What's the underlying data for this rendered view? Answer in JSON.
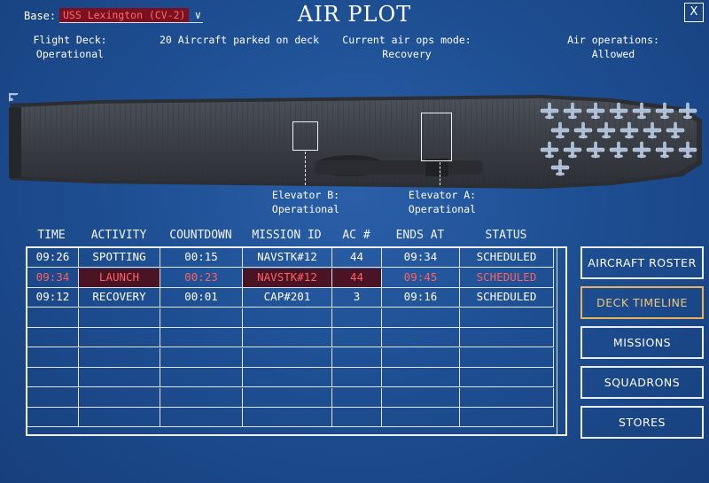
{
  "header": {
    "base_label": "Base:",
    "base_value": "USS Lexington (CV-2)",
    "title": "AIR PLOT",
    "close_label": "X"
  },
  "info": {
    "flight_deck_label": "Flight Deck:",
    "flight_deck_value": "Operational",
    "aircraft_parked": "20 Aircraft parked on deck",
    "air_ops_mode_label": "Current air ops mode:",
    "air_ops_mode_value": "Recovery",
    "air_operations_label": "Air operations:",
    "air_operations_value": "Allowed"
  },
  "elevators": {
    "b_label": "Elevator B:",
    "b_status": "Operational",
    "a_label": "Elevator A:",
    "a_status": "Operational"
  },
  "table": {
    "headers": [
      "TIME",
      "ACTIVITY",
      "COUNTDOWN",
      "MISSION ID",
      "AC #",
      "ENDS AT",
      "STATUS"
    ],
    "rows": [
      [
        "09:26",
        "SPOTTING",
        "00:15",
        "NAVSTK#12",
        "44",
        "09:34",
        "SCHEDULED"
      ],
      [
        "09:34",
        "LAUNCH",
        "00:23",
        "NAVSTK#12",
        "44",
        "09:45",
        "SCHEDULED"
      ],
      [
        "09:12",
        "RECOVERY",
        "00:01",
        "CAP#201",
        "3",
        "09:16",
        "SCHEDULED"
      ],
      [
        "",
        "",
        "",
        "",
        "",
        "",
        ""
      ],
      [
        "",
        "",
        "",
        "",
        "",
        "",
        ""
      ],
      [
        "",
        "",
        "",
        "",
        "",
        "",
        ""
      ],
      [
        "",
        "",
        "",
        "",
        "",
        "",
        ""
      ],
      [
        "",
        "",
        "",
        "",
        "",
        "",
        ""
      ],
      [
        "",
        "",
        "",
        "",
        "",
        "",
        ""
      ]
    ],
    "highlight_row": 1
  },
  "side_buttons": [
    {
      "label": "AIRCRAFT ROSTER",
      "active": false
    },
    {
      "label": "DECK TIMELINE",
      "active": true
    },
    {
      "label": "MISSIONS",
      "active": false
    },
    {
      "label": "SQUADRONS",
      "active": false
    },
    {
      "label": "STORES",
      "active": false
    }
  ],
  "colors": {
    "background": "#1e4f93",
    "highlight_red": "#ff6060",
    "active_gold": "#e3b45c"
  }
}
